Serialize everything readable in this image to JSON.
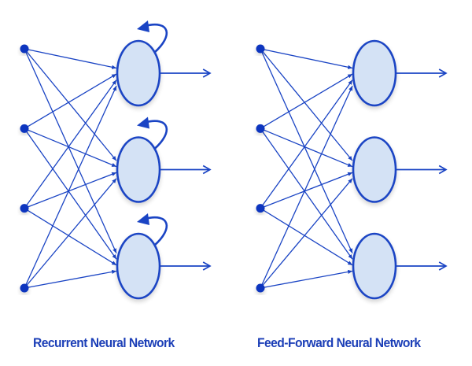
{
  "colors": {
    "stroke": "#1a44c4",
    "node_fill": "#d4e2f5",
    "input_dot": "#0b36bf",
    "caption": "#1c3fb7"
  },
  "diagrams": [
    {
      "id": "rnn",
      "caption": "Recurrent Neural Network",
      "input_count": 4,
      "hidden_count": 3,
      "connectivity": "fully-connected",
      "self_loops": true,
      "outputs": 3
    },
    {
      "id": "ffnn",
      "caption": "Feed-Forward Neural Network",
      "input_count": 4,
      "hidden_count": 3,
      "connectivity": "fully-connected",
      "self_loops": false,
      "outputs": 3
    }
  ]
}
